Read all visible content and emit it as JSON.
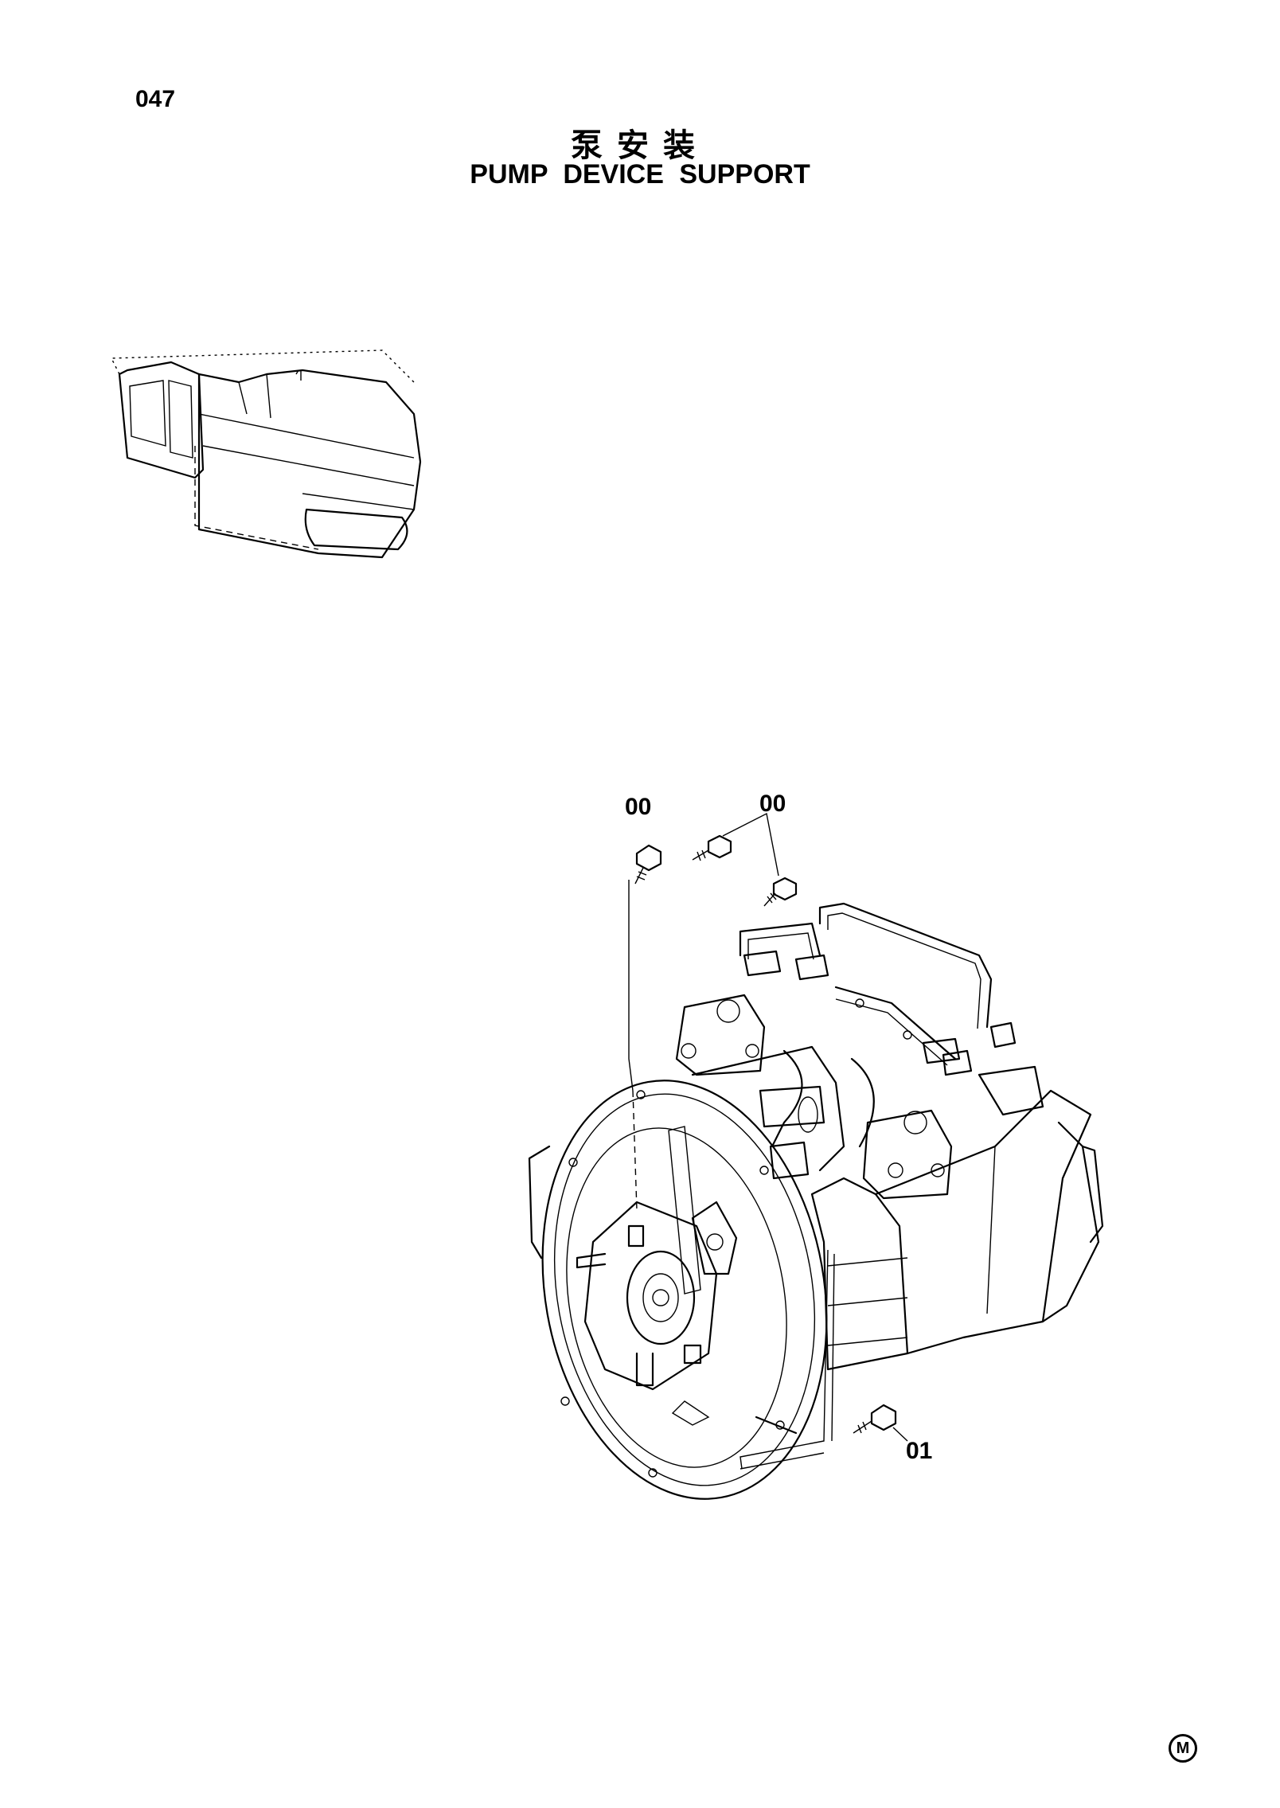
{
  "header": {
    "page_number": "047",
    "title_cn": "泵安装",
    "title_en": "PUMP DEVICE SUPPORT"
  },
  "callouts": {
    "left_bolt": "00",
    "right_bolts": "00",
    "bottom_bolt": "01"
  },
  "footer": {
    "mark": "M"
  }
}
